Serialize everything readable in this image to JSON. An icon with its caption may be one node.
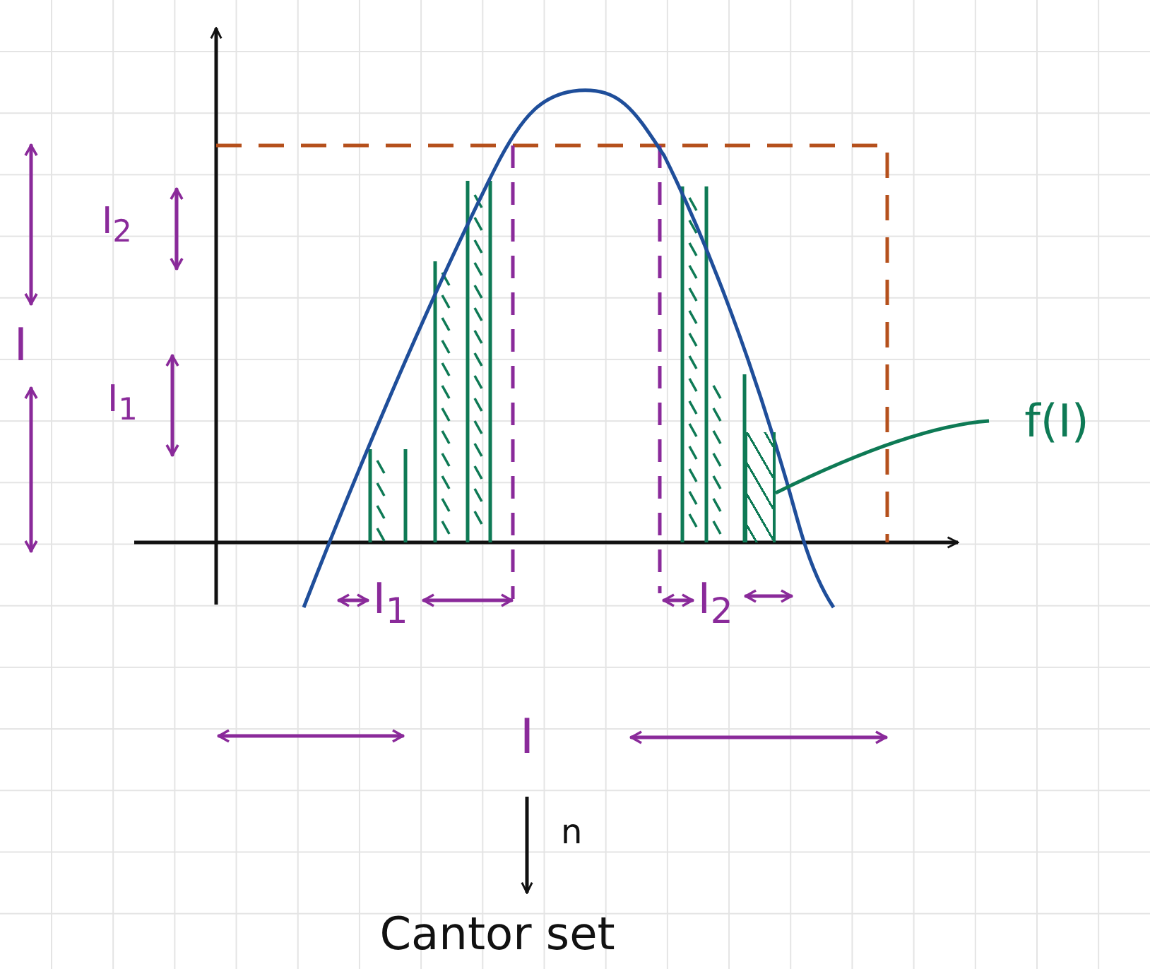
{
  "diagram": {
    "nodes": [
      {
        "text": [
          "I"
        ]
      },
      {
        "text": [
          "Cantor set"
        ]
      },
      {
        "text": [
          "f(I)"
        ]
      },
      {
        "text": [],
        "shape": "bar"
      }
    ],
    "edges": [
      {
        "from": 0,
        "to": 1,
        "arrow": "to",
        "label": "n"
      },
      {
        "from": 2,
        "to": 3,
        "arrow": "none",
        "color": "#0e7a55"
      }
    ],
    "labels": [
      "I$_{2}$",
      "I",
      "I$_{1}$",
      "I$_{1}$",
      "I$_{2}$"
    ]
  }
}
